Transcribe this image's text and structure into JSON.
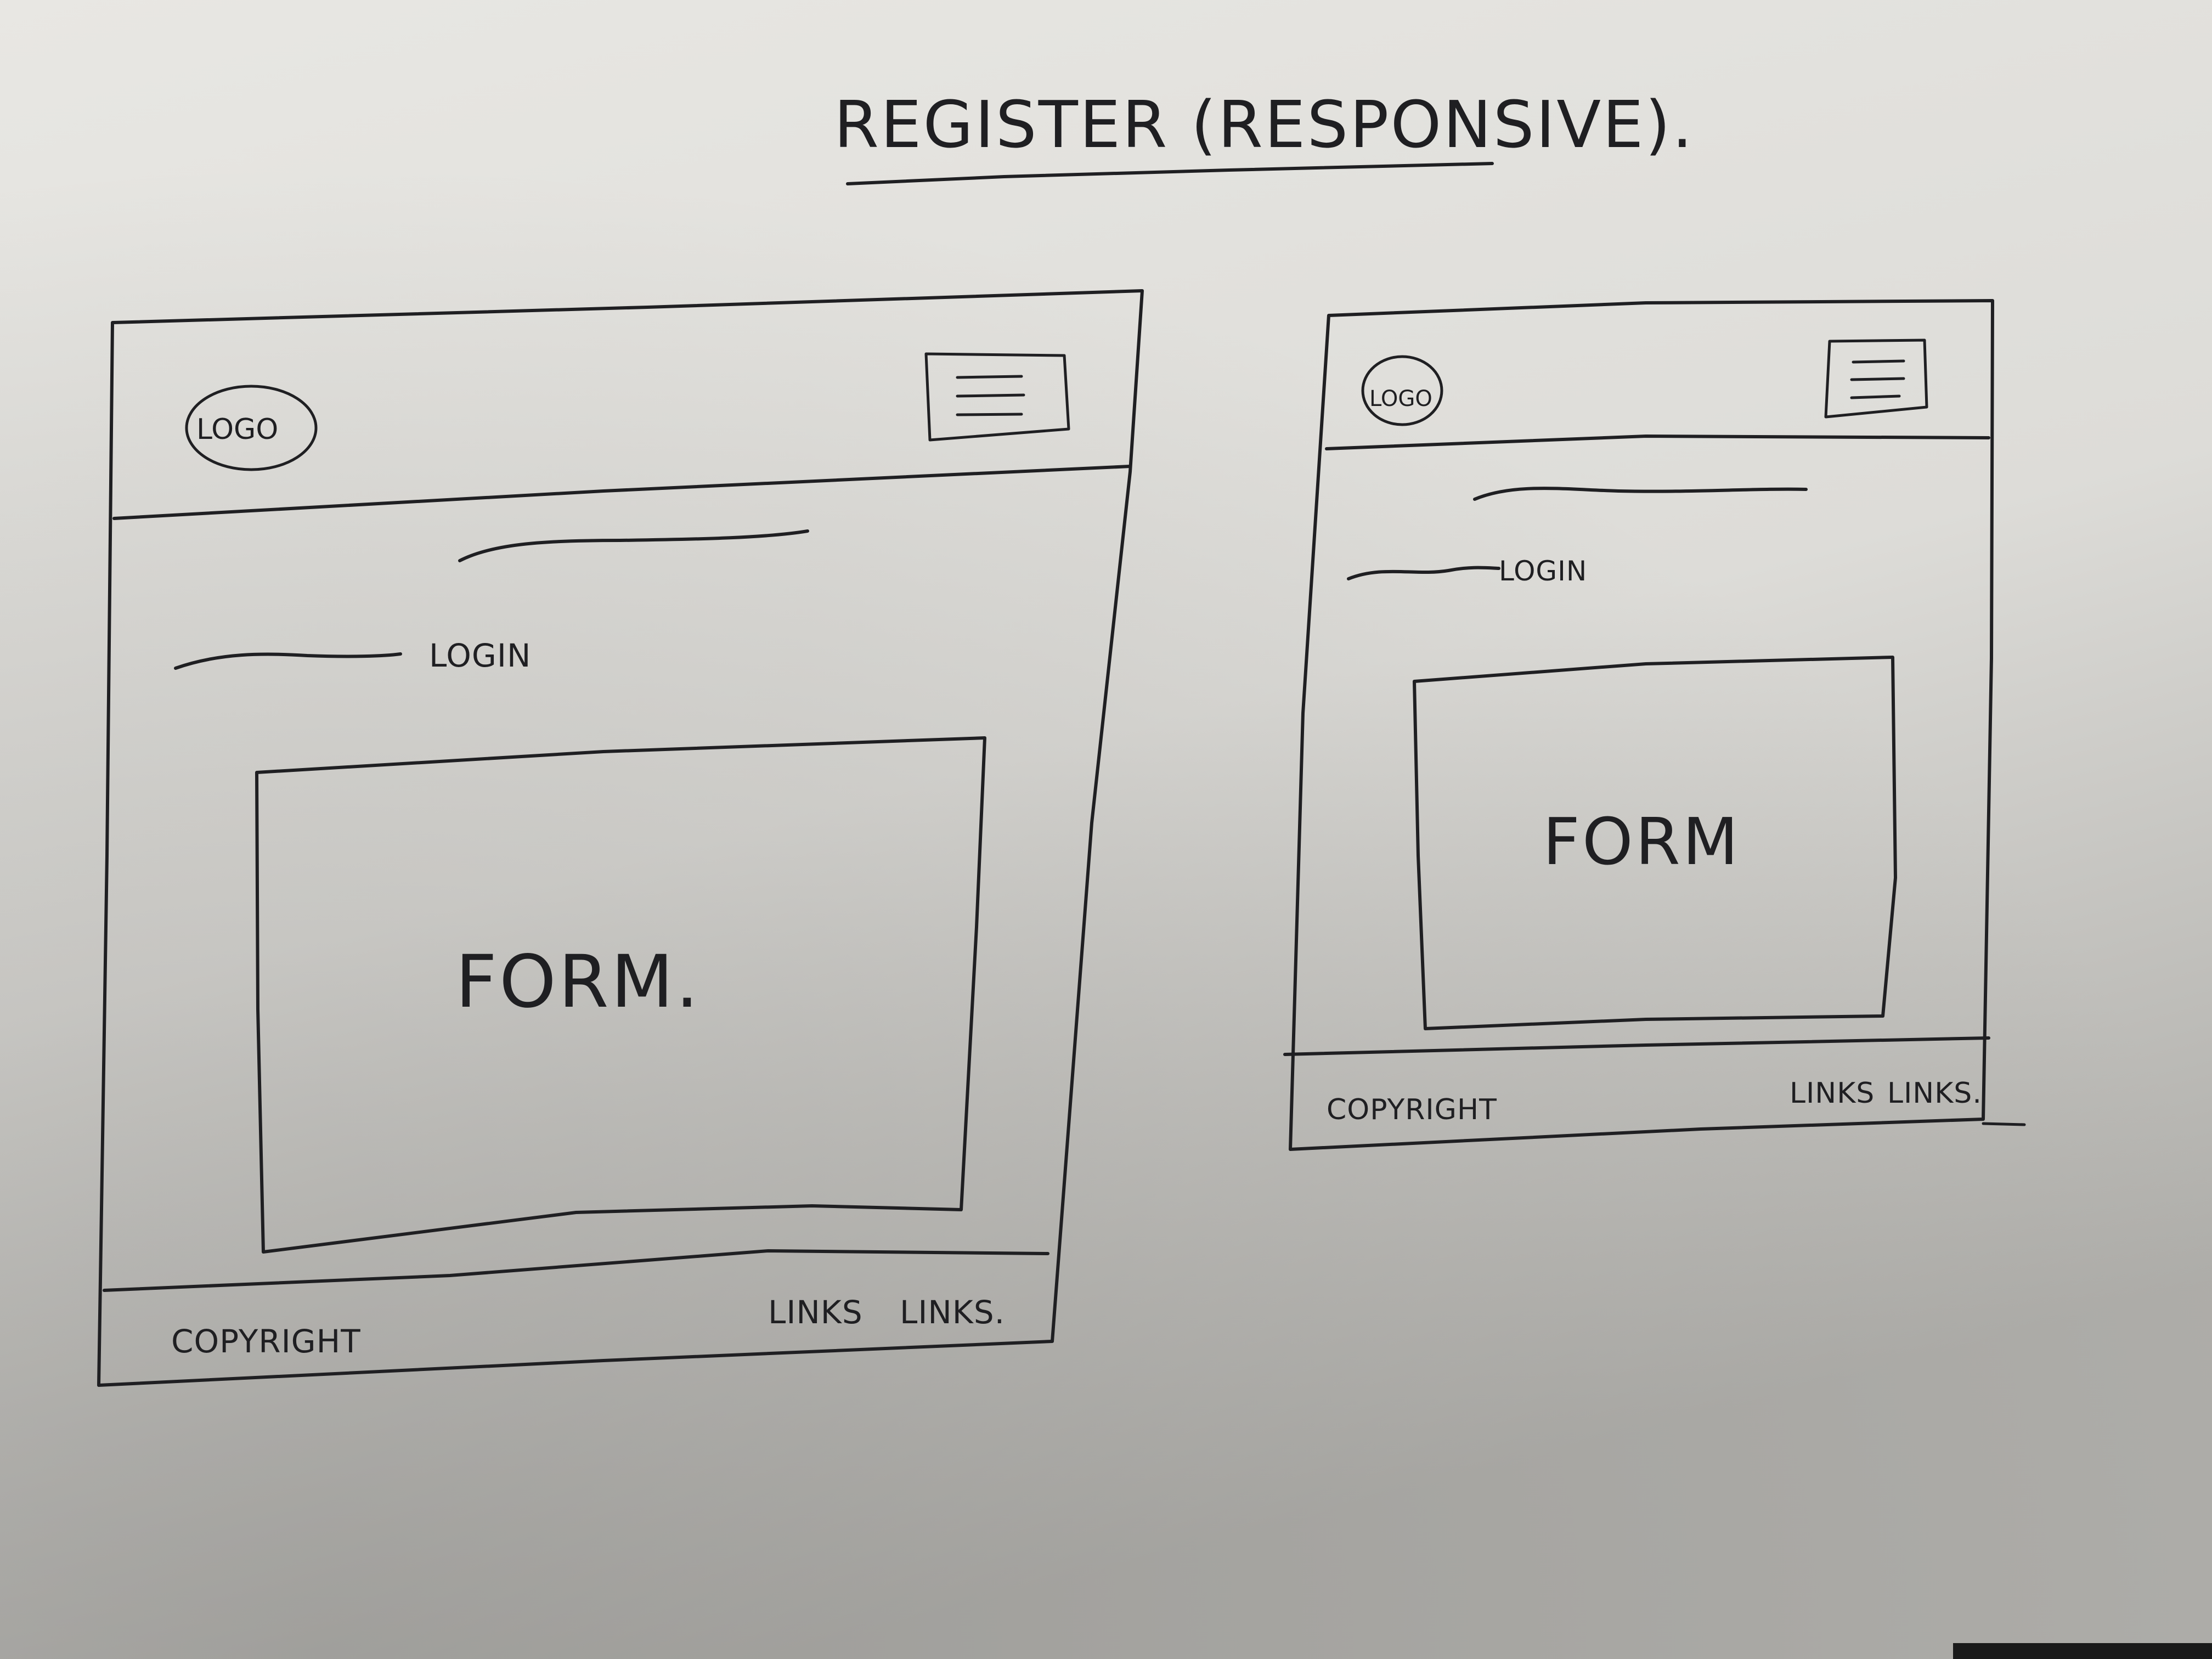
{
  "title": "REGISTER (RESPONSIVE).",
  "colors": {
    "paper_light": "#e6e5e1",
    "paper_shadow": "#a9a8a4",
    "ink": "#1f1f22"
  },
  "desktop": {
    "logo": "LOGO",
    "menu_icon": "hamburger-menu-icon",
    "login": "LOGIN",
    "form": "FORM.",
    "copyright": "COPYRIGHT",
    "links": [
      "LINKS",
      "LINKS."
    ]
  },
  "mobile": {
    "logo": "LOGO",
    "menu_icon": "hamburger-menu-icon",
    "login": "LOGIN",
    "form": "FORM",
    "copyright": "COPYRIGHT",
    "links": [
      "LINKS",
      "LINKS."
    ]
  }
}
